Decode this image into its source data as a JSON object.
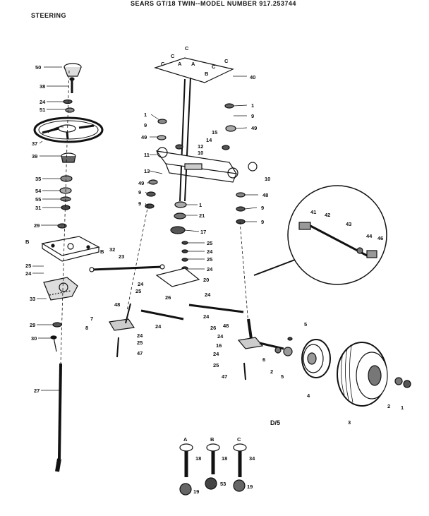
{
  "header": {
    "title": "SEARS GT/18 TWIN--MODEL NUMBER 917.253744",
    "section": "STEERING"
  },
  "page_code": "D/5",
  "callouts": {
    "c1": "C",
    "c2": "C",
    "c3": "A",
    "c4": "A",
    "c5": "C",
    "c6": "C",
    "c7": "B",
    "c8": "C",
    "c9": "40",
    "n50": "50",
    "n38": "38",
    "n24a": "24",
    "n51": "51",
    "n37": "37",
    "n39": "39",
    "n35": "35",
    "n54": "54",
    "n55": "55",
    "n31": "31",
    "n29a": "29",
    "nB1": "B",
    "nB2": "B",
    "n32": "32",
    "n23": "23",
    "n25a": "25",
    "n24b": "24",
    "n33": "33",
    "n29b": "29",
    "n30": "30",
    "n27": "27",
    "m1": "1",
    "m9a": "9",
    "m49a": "49",
    "m12": "12",
    "m10a": "10",
    "m11": "11",
    "m13": "13",
    "m49b": "49",
    "m9b": "9",
    "m9c": "9",
    "m1b": "1",
    "m21": "21",
    "m17": "17",
    "m25a": "25",
    "m24a": "24",
    "m25b": "25",
    "m24b": "24",
    "m20": "20",
    "m24c": "24",
    "m25c": "25",
    "m24d": "24",
    "m48a": "48",
    "m26a": "26",
    "m7": "7",
    "m8": "8",
    "m24e": "24",
    "m24f": "24",
    "m25d": "25",
    "m47a": "47",
    "r1": "1",
    "r9a": "9",
    "r49": "49",
    "r15": "15",
    "r14": "14",
    "r10": "10",
    "r48a": "48",
    "r9b": "9",
    "r9c": "9",
    "r24": "24",
    "r26": "26",
    "r48b": "48",
    "r24b": "24",
    "r16": "16",
    "r24c": "24",
    "r25": "25",
    "r47": "47",
    "r6": "6",
    "r2": "2",
    "r5a": "5",
    "r5b": "5",
    "r4": "4",
    "r3": "3",
    "r2b": "2",
    "r1b": "1",
    "i41": "41",
    "i42": "42",
    "i43": "43",
    "i44": "44",
    "i46": "46",
    "bA": "A",
    "bB": "B",
    "bC": "C",
    "b18a": "18",
    "b18b": "18",
    "b34": "34",
    "b19a": "19",
    "b53": "53",
    "b19b": "19"
  }
}
